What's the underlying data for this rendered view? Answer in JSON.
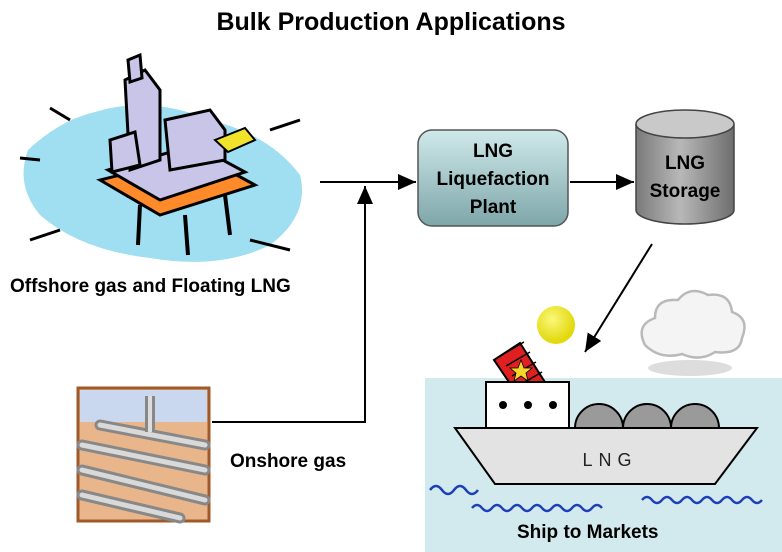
{
  "title": "Bulk Production Applications",
  "labels": {
    "offshore": "Offshore gas and Floating LNG",
    "onshore": "Onshore gas",
    "ship_to_markets": "Ship to Markets"
  },
  "nodes": {
    "plant": [
      "LNG",
      "Liquefaction",
      "Plant"
    ],
    "storage": [
      "LNG",
      "Storage"
    ],
    "ship_hull": "LNG"
  },
  "colors": {
    "plant_fill": "#a9d3d6",
    "storage_fill": "#9a9a9a",
    "sea": "#d2eaee",
    "wave": "#1f3fb5",
    "flag": "#e02020",
    "sun": "#f2ec1a"
  }
}
